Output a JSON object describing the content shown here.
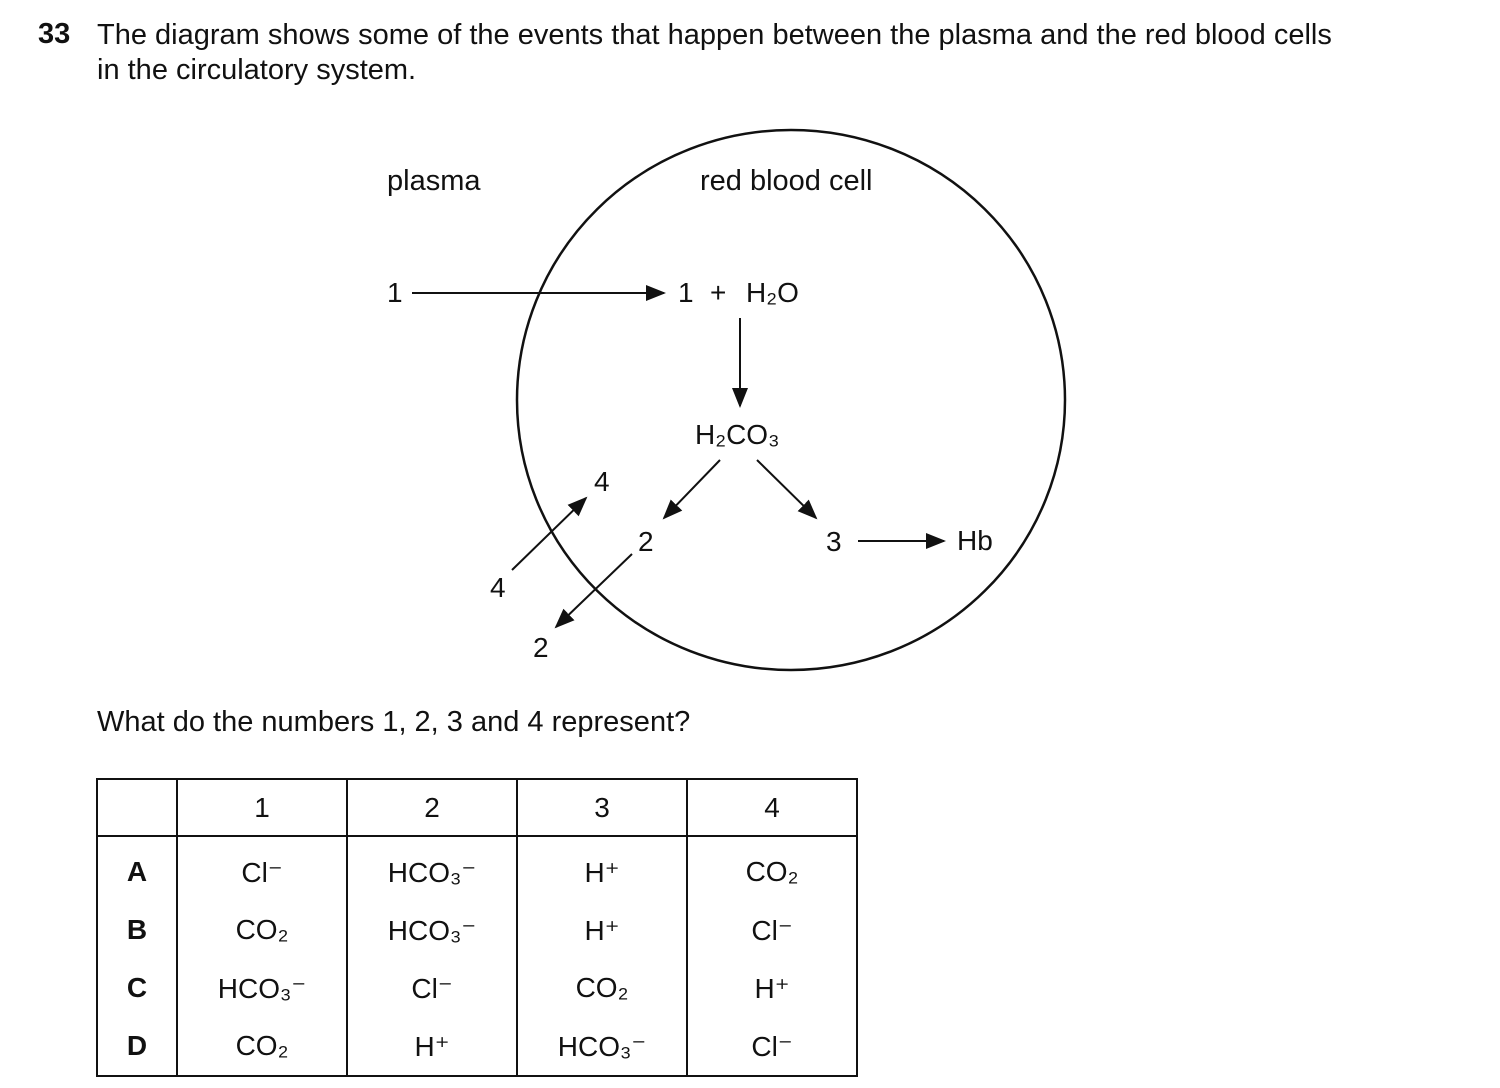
{
  "question": {
    "number": "33",
    "stem_line1": "The diagram shows some of the events that happen between the plasma and the red blood cells",
    "stem_line2": "in the circulatory system.",
    "prompt": "What do the numbers 1, 2, 3 and 4 represent?"
  },
  "diagram": {
    "label_plasma": "plasma",
    "label_cell": "red blood cell",
    "label_1_outside": "1",
    "label_1_inside": "1",
    "plus": "+",
    "water": "H₂O",
    "carbonic_acid": "H₂CO₃",
    "label_2_inside": "2",
    "label_2_outside": "2",
    "label_3": "3",
    "label_4_inside": "4",
    "label_4_outside": "4",
    "hb": "Hb"
  },
  "table": {
    "headers": [
      "",
      "1",
      "2",
      "3",
      "4"
    ],
    "rows": [
      {
        "key": "A",
        "c1": "Cl⁻",
        "c2": "HCO₃⁻",
        "c3": "H⁺",
        "c4": "CO₂"
      },
      {
        "key": "B",
        "c1": "CO₂",
        "c2": "HCO₃⁻",
        "c3": "H⁺",
        "c4": "Cl⁻"
      },
      {
        "key": "C",
        "c1": "HCO₃⁻",
        "c2": "Cl⁻",
        "c3": "CO₂",
        "c4": "H⁺"
      },
      {
        "key": "D",
        "c1": "CO₂",
        "c2": "H⁺",
        "c3": "HCO₃⁻",
        "c4": "Cl⁻"
      }
    ]
  }
}
